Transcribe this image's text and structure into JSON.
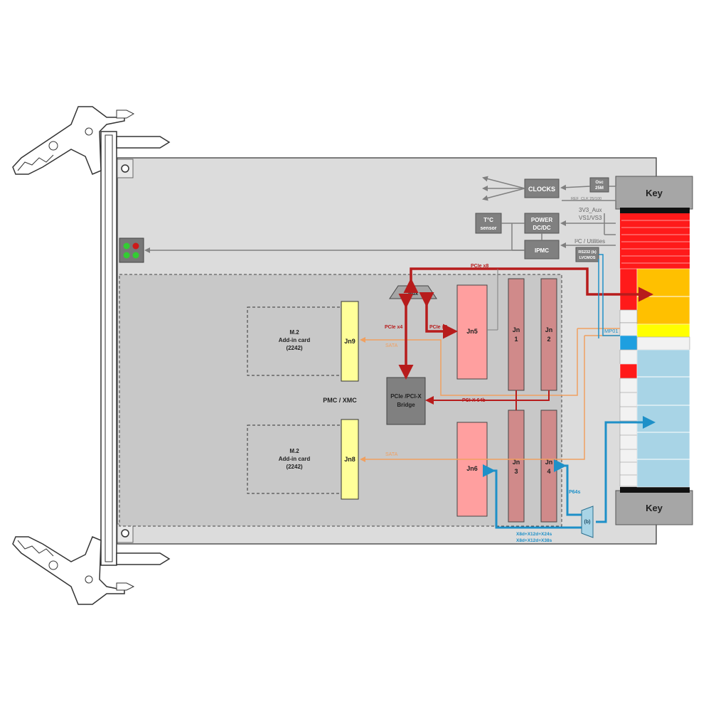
{
  "board": {
    "pmc_label": "PMC / XMC",
    "key_top": "Key",
    "key_bottom": "Key"
  },
  "m2_cards": [
    {
      "line1": "M.2",
      "line2": "Add-in card",
      "line3": "(2242)",
      "connector": "Jn9"
    },
    {
      "line1": "M.2",
      "line2": "Add-in card",
      "line3": "(2242)",
      "connector": "Jn8"
    }
  ],
  "blocks": {
    "clocks": "CLOCKS",
    "osc_line1": "Osc",
    "osc_line2": "25M",
    "power_line1": "POWER",
    "power_line2": "DC/DC",
    "temp_line1": "T°C",
    "temp_line2": "sensor",
    "ipmc": "IPMC",
    "rs232_line1": "RS232 (b)",
    "rs232_line2": "LVCMOS",
    "mux": "Mux",
    "bridge_line1": "PCIe /PCI-X",
    "bridge_line2": "Bridge",
    "b_mux": "(b)"
  },
  "connectors": {
    "jn5": "Jn5",
    "jn6": "Jn6",
    "jn1_a": "Jn",
    "jn1_b": "1",
    "jn2_a": "Jn",
    "jn2_b": "2",
    "jn3_a": "Jn",
    "jn3_b": "3",
    "jn4_a": "Jn",
    "jn4_b": "4"
  },
  "signals": {
    "ref_clk": "REF_CLK 25/100",
    "aux_line1": "3V3_Aux",
    "aux_line2": "VS1/VS3",
    "i2c": "I²C / Utilities",
    "pcie_x8_top": "PCIe x8",
    "pcie_x4": "PCIe x4",
    "pcie_x8_mid": "PCIe x8",
    "sata_top": "SATA",
    "sata_bottom": "SATA",
    "pcix": "PCI-X 64b",
    "mp01": "MP01",
    "p64s": "P64s",
    "xbus_line1": "X8d+X12d+X24s",
    "xbus_line2": "X8d+X12d+X38s"
  },
  "colors": {
    "pcie": "#b71c1c",
    "sata": "#f0a060",
    "io": "#1e90c8",
    "management": "#808080",
    "m2_connector": "#ffff99",
    "jn_pink": "#ff9f9f",
    "jn_rose": "#d08a8a"
  }
}
